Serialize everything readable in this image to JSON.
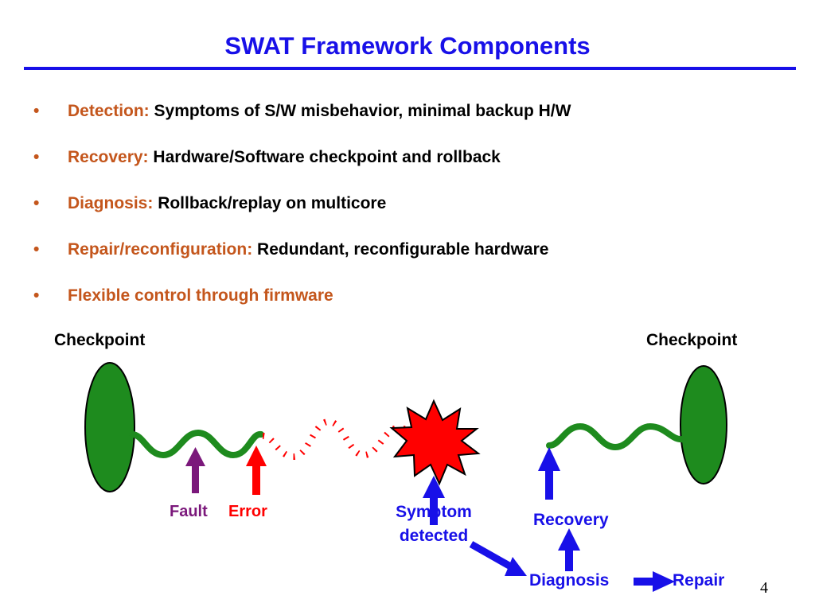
{
  "slide": {
    "title": "SWAT Framework Components",
    "page_number": "4",
    "colors": {
      "title_blue": "#1810E8",
      "label_orange": "#C4561C",
      "body_black": "#000000",
      "checkpoint_green": "#1E8B1E",
      "error_red": "#FF0000",
      "fault_purple": "#7B187B",
      "flow_blue": "#1810E8",
      "background": "#FFFFFF"
    }
  },
  "bullets": [
    {
      "marker": "•",
      "label": "Detection:",
      "rest": " Symptoms of S/W misbehavior, minimal backup H/W"
    },
    {
      "marker": "•",
      "label": "Recovery:",
      "rest": " Hardware/Software checkpoint and rollback"
    },
    {
      "marker": "•",
      "label": "Diagnosis:",
      "rest": " Rollback/replay on multicore"
    },
    {
      "marker": "•",
      "label": "Repair/reconfiguration:",
      "rest": " Redundant, reconfigurable hardware"
    },
    {
      "marker": "•",
      "label": "Flexible control through firmware",
      "rest": ""
    }
  ],
  "diagram": {
    "labels": {
      "checkpoint_left": "Checkpoint",
      "checkpoint_right": "Checkpoint",
      "fault": "Fault",
      "error": "Error",
      "symptom_line1": "Symptom",
      "symptom_line2": "detected",
      "recovery": "Recovery",
      "diagnosis": "Diagnosis",
      "repair": "Repair"
    }
  }
}
